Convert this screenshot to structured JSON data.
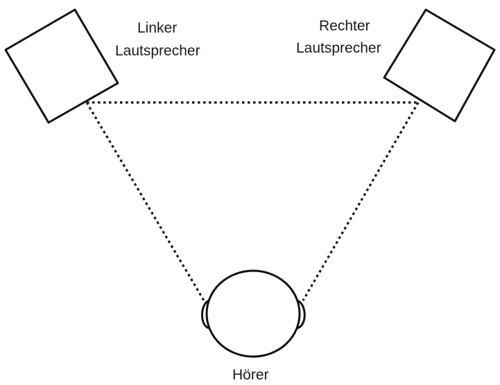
{
  "labels": {
    "left_speaker_line1": "Linker",
    "left_speaker_line2": "Lautsprecher",
    "right_speaker_line1": "Rechter",
    "right_speaker_line2": "Lautsprecher",
    "listener": "Hörer"
  },
  "colors": {
    "stroke": "#111111",
    "text": "#1a1a1a",
    "background": "#ffffff"
  },
  "icons": {
    "left_speaker": "speaker-box-icon",
    "right_speaker": "speaker-box-icon",
    "listener": "head-top-view-icon"
  }
}
